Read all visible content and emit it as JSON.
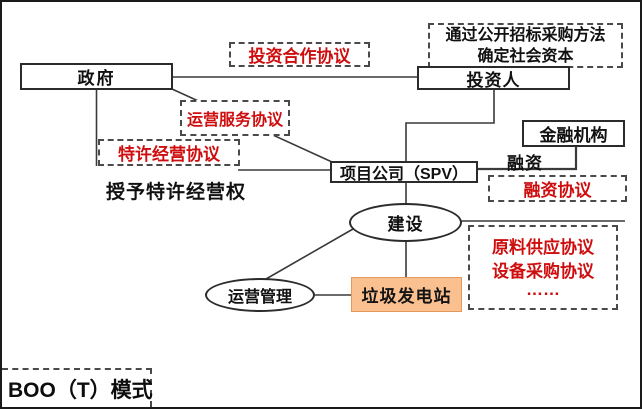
{
  "diagram": {
    "mode_title": "BOO（T）模式",
    "nodes": {
      "government": "政府",
      "investor": "投资人",
      "spv": "项目公司（SPV）",
      "financial_institution": "金融机构",
      "construction": "建设",
      "operation_management": "运营管理",
      "waste_power_plant": "垃圾发电站"
    },
    "notes": {
      "procurement_line1": "通过公开招标采购方法",
      "procurement_line2": "确定社会资本",
      "grant_franchise": "授予特许经营权",
      "financing": "融资"
    },
    "agreements": {
      "investment_cooperation": "投资合作协议",
      "operation_service": "运营服务协议",
      "franchise": "特许经营协议",
      "financing_agreement": "融资协议",
      "supply_lines": [
        "原料供应协议",
        "设备采购协议",
        "……"
      ]
    },
    "colors": {
      "agreement_red": "#CE0E0E",
      "plant_fill": "#FAC090",
      "plant_border": "#E2995B",
      "line_color": "#3A3A3A"
    }
  }
}
